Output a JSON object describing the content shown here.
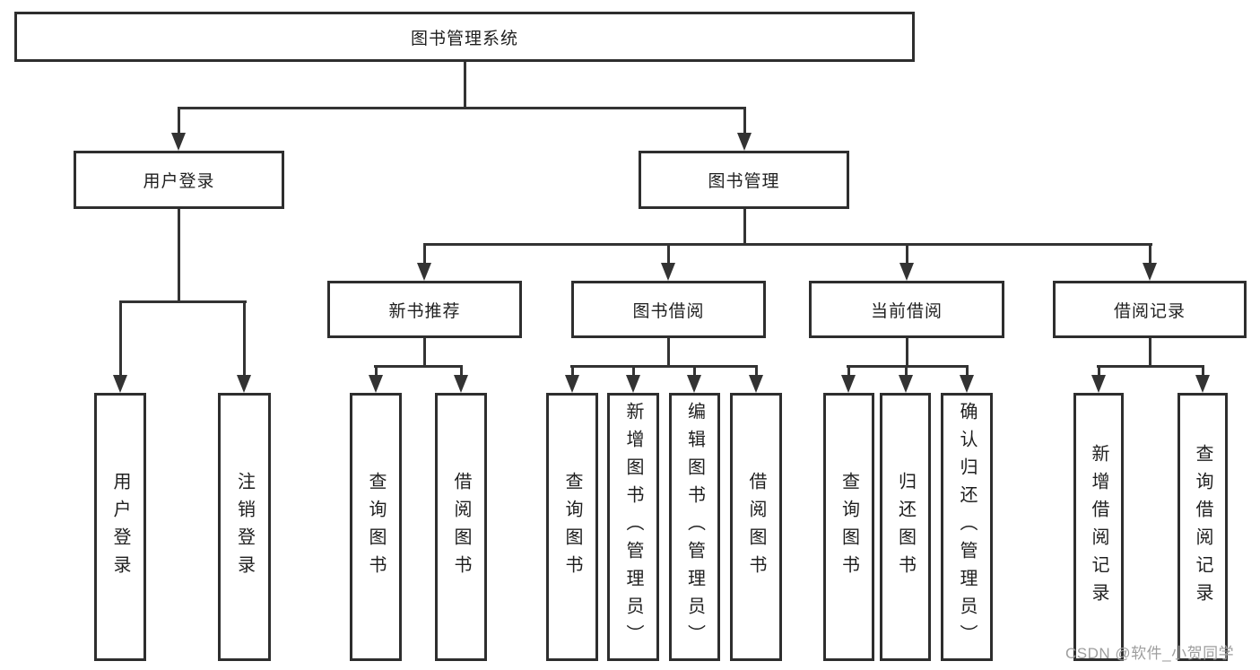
{
  "colors": {
    "line": "#333333",
    "border": "#2e2e2e",
    "text": "#1f1f1f",
    "watermark": "#9e9e9e",
    "background": "#ffffff"
  },
  "diagram": {
    "root": {
      "label": "图书管理系统"
    },
    "level2": [
      {
        "label": "用户登录"
      },
      {
        "label": "图书管理"
      }
    ],
    "level3": [
      {
        "label": "新书推荐"
      },
      {
        "label": "图书借阅"
      },
      {
        "label": "当前借阅"
      },
      {
        "label": "借阅记录"
      }
    ],
    "leaves": [
      {
        "label": "用户登录"
      },
      {
        "label": "注销登录"
      },
      {
        "label": "查询图书"
      },
      {
        "label": "借阅图书"
      },
      {
        "label": "查询图书"
      },
      {
        "label": "新增图书（管理员）"
      },
      {
        "label": "编辑图书（管理员）"
      },
      {
        "label": "借阅图书"
      },
      {
        "label": "查询图书"
      },
      {
        "label": "归还图书"
      },
      {
        "label": "确认归还（管理员）"
      },
      {
        "label": "新增借阅记录"
      },
      {
        "label": "查询借阅记录"
      }
    ]
  },
  "watermark": {
    "text": "CSDN @软件_小贺同学"
  }
}
